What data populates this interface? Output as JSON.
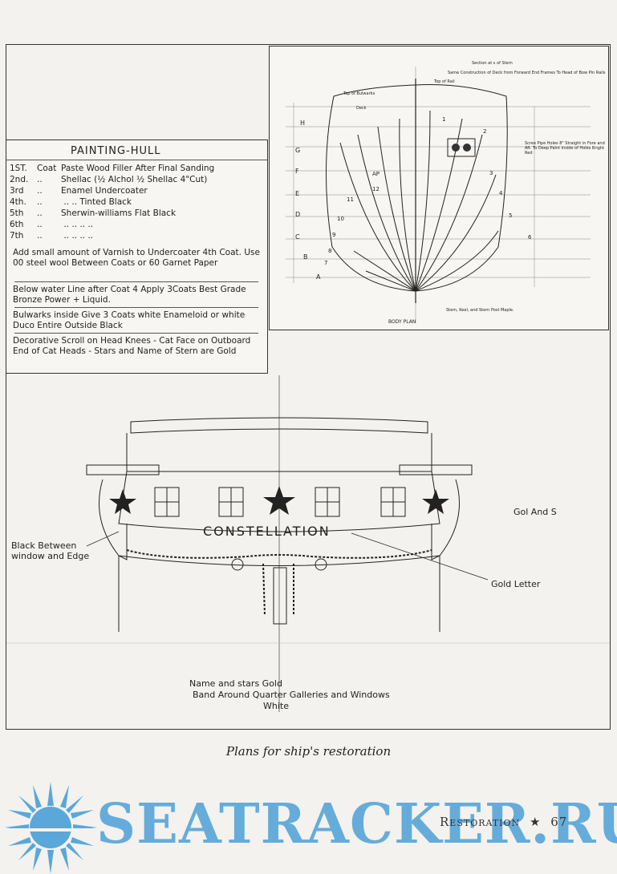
{
  "painting_hull": {
    "title": "PAINTING-HULL",
    "coats": [
      {
        "num": "1ST.",
        "label": "Coat",
        "desc": "Paste Wood Filler After Final Sanding"
      },
      {
        "num": "2nd.",
        "label": "..",
        "desc": "Shellac (½ Alchol ½ Shellac 4\"Cut)"
      },
      {
        "num": "3rd",
        "label": "..",
        "desc": "Enamel Undercoater"
      },
      {
        "num": "4th.",
        "label": "..",
        "desc": "  ..        ..      Tinted Black"
      },
      {
        "num": "5th",
        "label": "..",
        "desc": "Sherwin-williams  Flat Black"
      },
      {
        "num": "6th",
        "label": "..",
        "desc": "  ..          ..         ..       .."
      },
      {
        "num": "7th",
        "label": "..",
        "desc": "  ..          ..         ..       .."
      }
    ],
    "notes": [
      "Add small amount of Varnish to Undercoater 4th Coat. Use 00 steel wool Between Coats or 60 Garnet Paper",
      "Below water Line after Coat 4 Apply 3Coats Best Grade Bronze Power + Liquid.",
      "Bulwarks inside Give 3 Coats white Enameloid or white Duco Entire Outside Black",
      "Decorative Scroll on Head Knees - Cat Face on Outboard End of Cat Heads - Stars and Name of Stern are Gold"
    ]
  },
  "body_plan": {
    "title": "BODY PLAN",
    "section_note": "Section at ε of Stern",
    "construction_note": "Same Construction of Deck from Forward End Frames To Head of Bow Pin Rails",
    "top_of_rail": "Top of Rail",
    "top_of_bulwarks": "Top of Bulwarks",
    "deck": "Deck",
    "holes_note": "Scree Pipe Holes 8\" Straight in Fore and Aft. To Deep Paint inside of Holes Bright Red",
    "keel_note": "Stem, Keel, and Stern Post Maple.",
    "ap_label": "AP",
    "waterlines": [
      "H",
      "G",
      "F",
      "E",
      "D",
      "C",
      "B",
      "A"
    ],
    "frame_numbers": [
      "1",
      "2",
      "3",
      "4",
      "5",
      "6",
      "7",
      "8",
      "9",
      "10",
      "11",
      "12"
    ]
  },
  "stern": {
    "ship_name": "CONSTELLATION",
    "black_label": "Black Between window and Edge",
    "gold_letter_label": "Gold Letter",
    "gold_side_label": "Gol And S",
    "bottom_note_1": "Name  and  stars  Gold",
    "bottom_note_2": "Band Around Quarter Galleries and Windows",
    "bottom_note_3": "White"
  },
  "caption": "Plans for ship's restoration",
  "footer": {
    "section": "Restoration",
    "star": "★",
    "page": "67"
  },
  "watermark": "SEATRACKER.RU",
  "colors": {
    "watermark": "#5aa7da",
    "ink": "#222222",
    "paper": "#f3f2ee"
  }
}
